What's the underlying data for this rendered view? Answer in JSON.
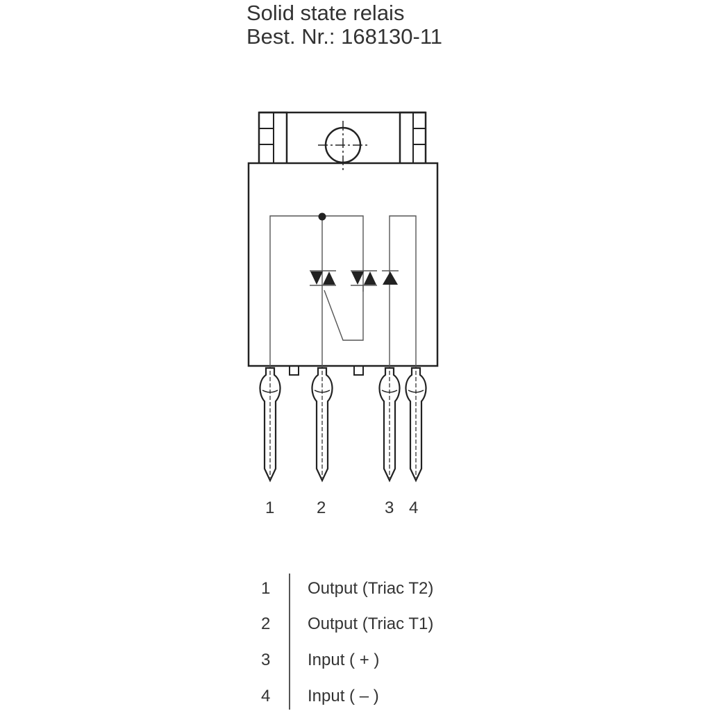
{
  "title": {
    "line1": "Solid state relais",
    "line2": "Best. Nr.: 168130-11"
  },
  "pins": [
    {
      "number": "1"
    },
    {
      "number": "2"
    },
    {
      "number": "3"
    },
    {
      "number": "4"
    }
  ],
  "legend": [
    {
      "number": "1",
      "label": "Output (Triac T2)"
    },
    {
      "number": "2",
      "label": "Output (Triac T1)"
    },
    {
      "number": "3",
      "label": "Input ( + )"
    },
    {
      "number": "4",
      "label": "Input ( – )"
    }
  ],
  "colors": {
    "line": "#222222",
    "background": "#ffffff"
  }
}
